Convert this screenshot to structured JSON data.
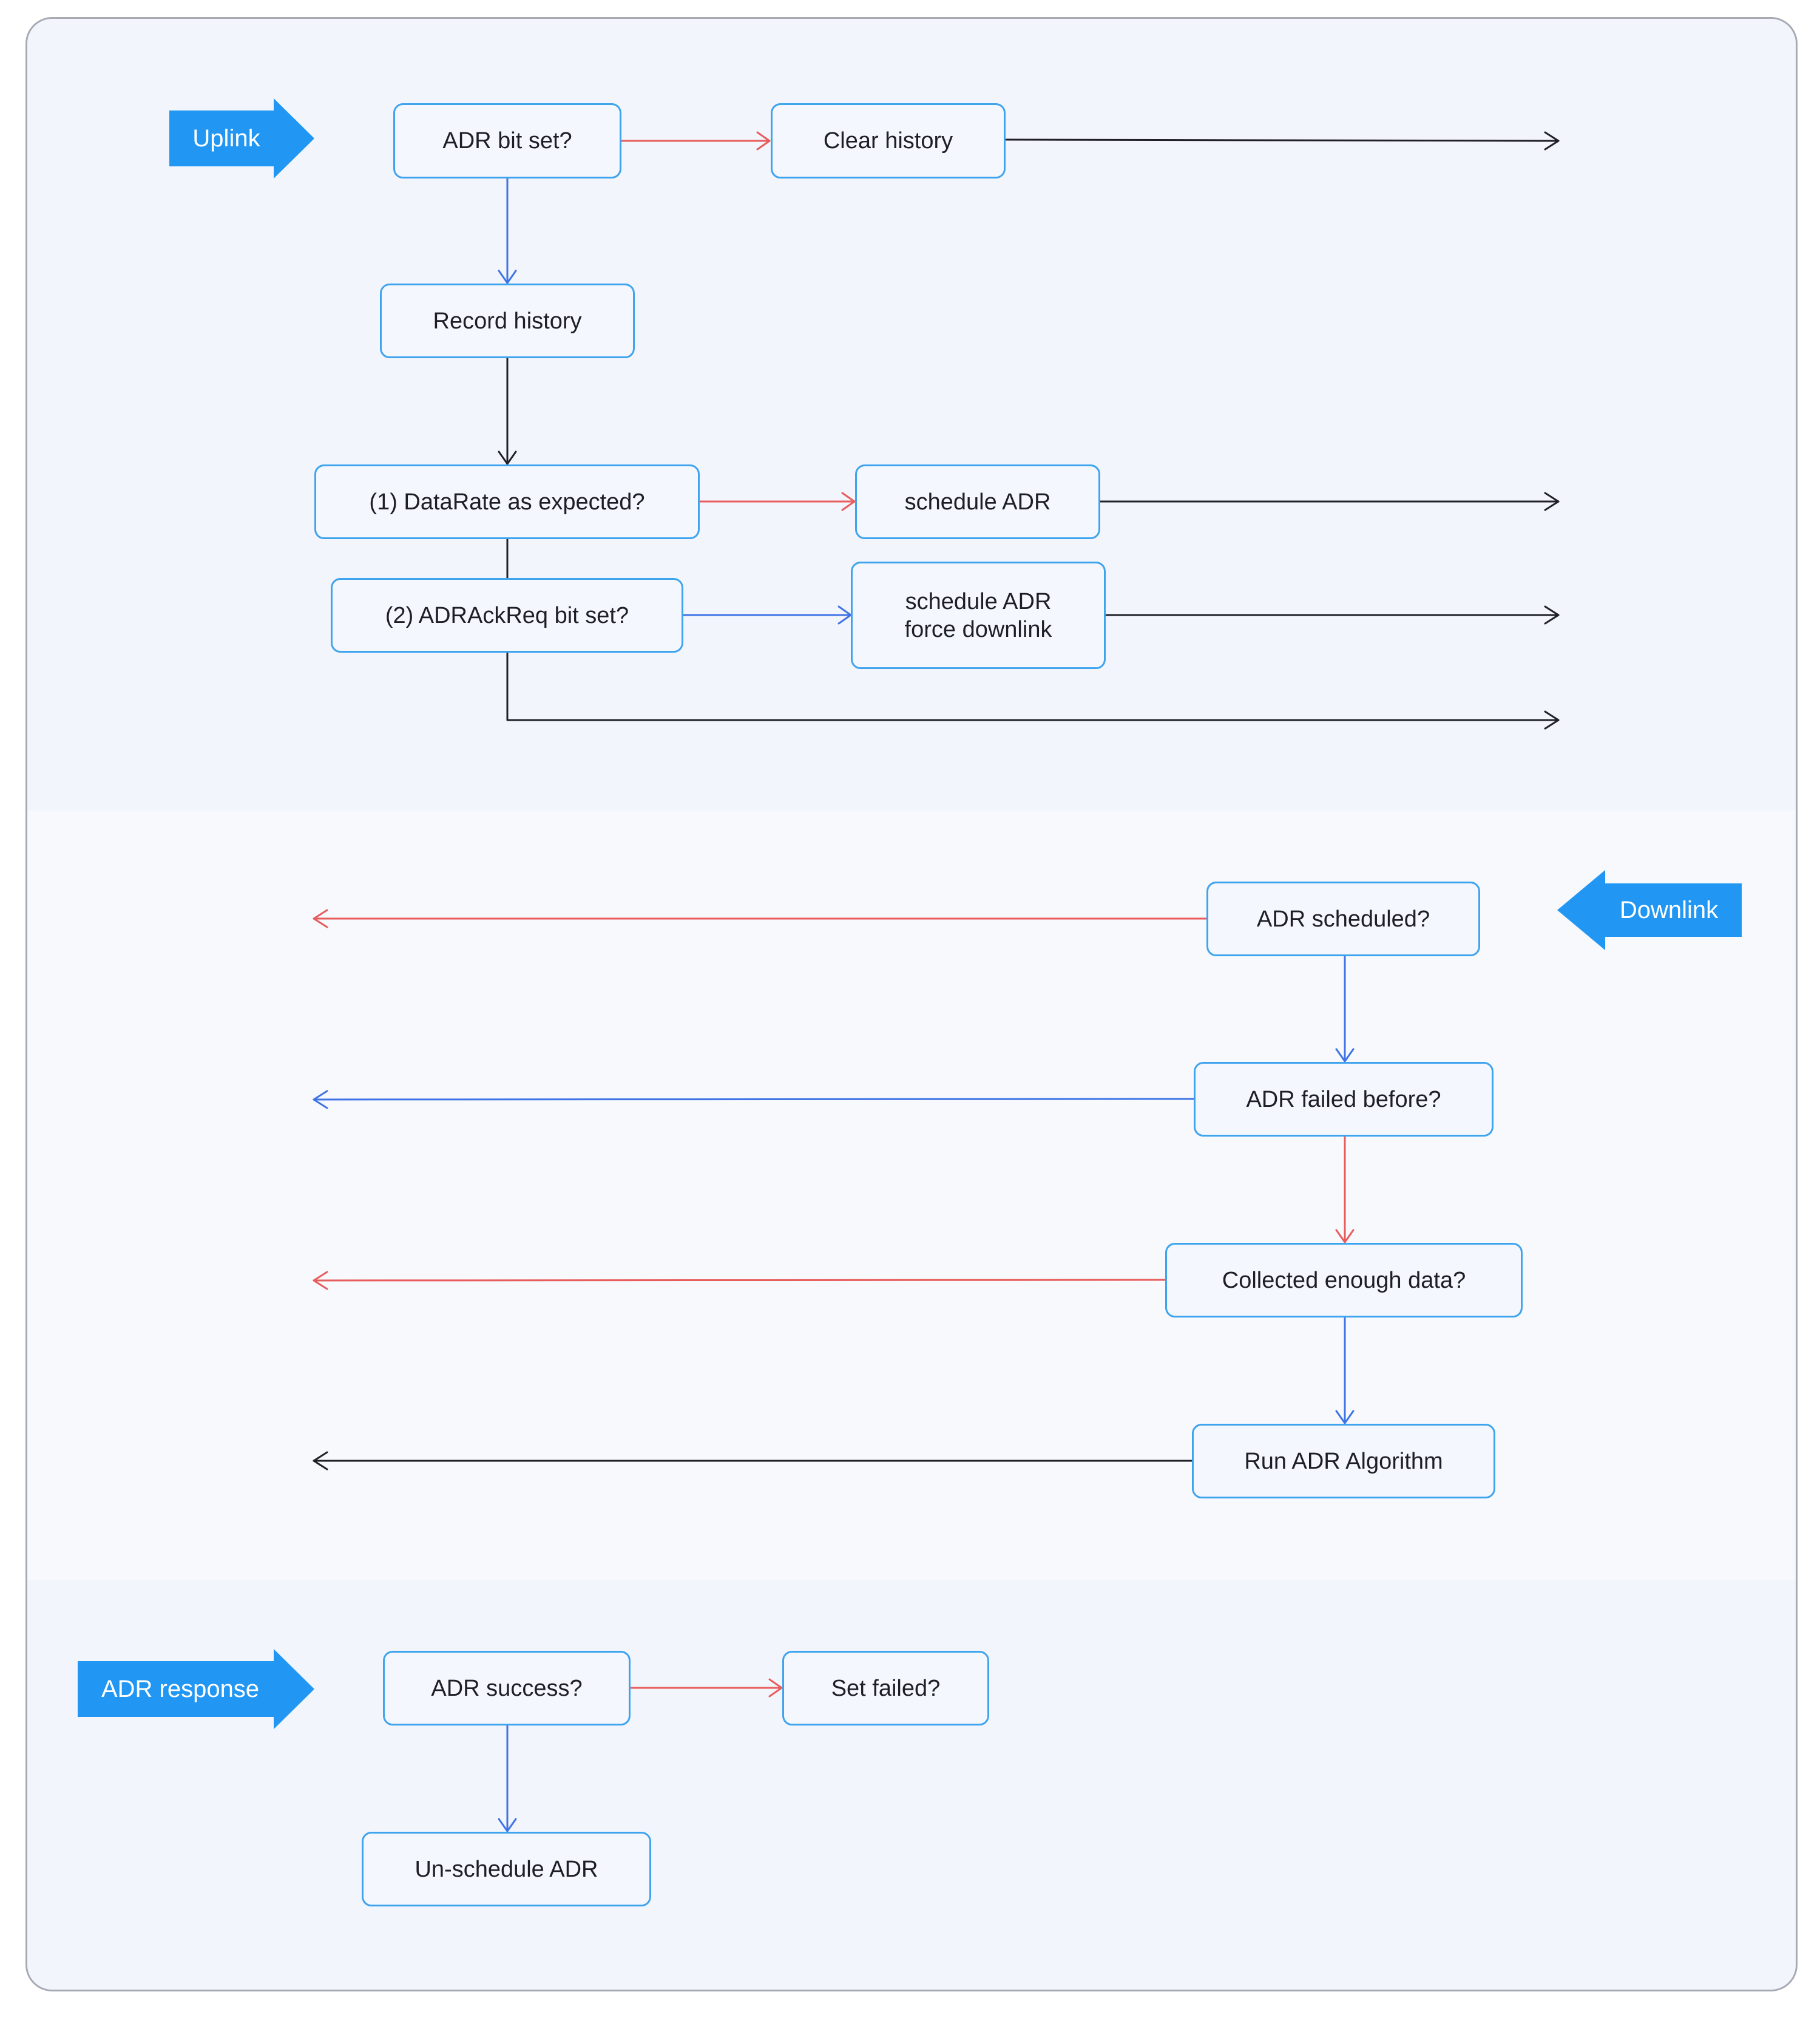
{
  "sections": {
    "uplink": "Uplink",
    "downlink": "Downlink",
    "adr_response": "ADR response"
  },
  "nodes": {
    "adr_bit_set": "ADR bit set?",
    "clear_history": "Clear history",
    "record_history": "Record history",
    "datarate_expected": "(1) DataRate as expected?",
    "schedule_adr": "schedule ADR",
    "adrackreq_bit_set": "(2) ADRAckReq bit set?",
    "schedule_adr_force": "schedule ADR\nforce downlink",
    "adr_scheduled": "ADR scheduled?",
    "adr_failed_before": "ADR failed before?",
    "collected_enough_data": "Collected enough data?",
    "run_adr_algorithm": "Run ADR Algorithm",
    "adr_success": "ADR success?",
    "set_failed": "Set failed?",
    "unschedule_adr": "Un-schedule ADR"
  },
  "colors": {
    "node_border": "#3fa4ee",
    "tag_fill": "#2197f3",
    "edge_red": "#e85c5c",
    "edge_blue": "#3f74e6",
    "edge_black": "#1f2126"
  }
}
